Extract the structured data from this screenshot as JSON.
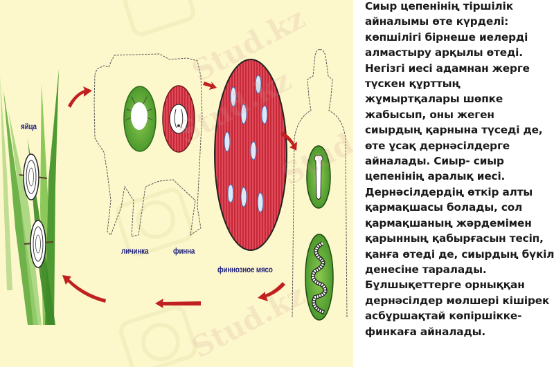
{
  "figure": {
    "labels": {
      "eggs": "яйца",
      "larva": "личинка",
      "finna": "финна",
      "finnous_meat": "финнозное мясо"
    },
    "watermark": "Stud.kz",
    "colors": {
      "background": "#fdf8cc",
      "arrow": "#c0201f",
      "muscle_red": "#d2303f",
      "green_tissue": "#5aa632",
      "label_text": "#1d1f7a"
    }
  },
  "text": {
    "lines": [
      "Сиыр цепенінің тіршілік",
      "айналымы өте күрделі:",
      "көпшілігі бірнеше иелерді",
      "алмастыру арқылы өтеді.",
      "Негізгі иесі адамнан жерге",
      "түскен құрттың",
      "жұмыртқалары шөпке",
      "жабысып, оны жеген",
      "сиырдың қарнына түседі де,",
      "өте ұсақ дернәсілдерге",
      "айналады. Сиыр- сиыр",
      "цепенінің аралық иесі.",
      "Дернәсілдердің өткір алты",
      "қармақшасы болады, сол",
      "қармақшаның жәрдемімен",
      "қарынның қабырғасын тесіп,",
      "қанға өтеді де, сиырдың бүкіл",
      "денесіне таралады.",
      "Бұлшықеттерге орныққан",
      "дернәсілдер мөлшері кішірек",
      "асбұршақтай көпіршікке-",
      "финкаға айналады."
    ]
  }
}
